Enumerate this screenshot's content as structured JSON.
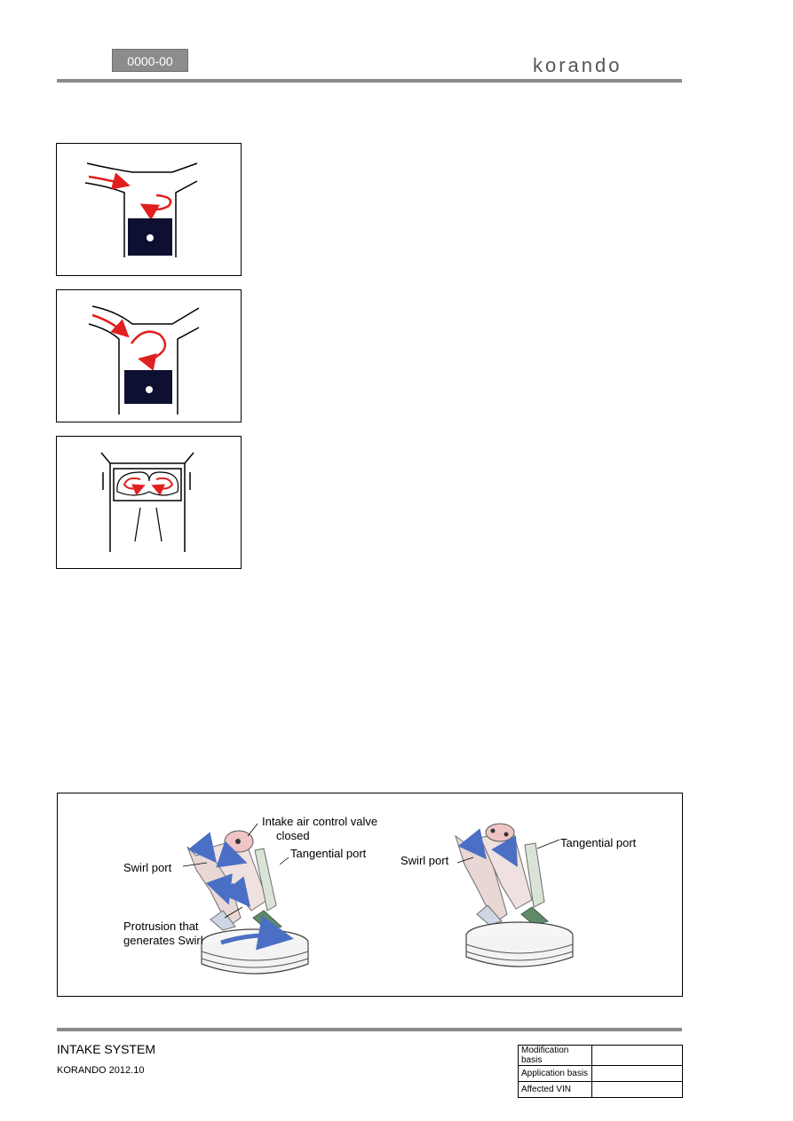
{
  "header": {
    "code": "0000-00",
    "brand": "korando",
    "colors": {
      "badge": "#8c8c8c",
      "rule": "#8a8a8a",
      "logo": "#555555"
    }
  },
  "figures": {
    "fig1": {
      "icons": [
        "cylinder-flow-icon",
        "red-arrow-icon",
        "piston-icon"
      ],
      "arrow_color": "#e02020",
      "piston_color": "#0d1030"
    },
    "fig2": {
      "icons": [
        "cylinder-flow-icon",
        "red-arrow-icon",
        "piston-icon"
      ],
      "arrow_color": "#e02020",
      "piston_color": "#0d1030"
    },
    "fig3": {
      "icons": [
        "combustion-chamber-icon",
        "red-arrow-icon"
      ],
      "arrow_color": "#e02020"
    },
    "fig4": {
      "left": {
        "valve_label_line1": "Intake air control valve",
        "valve_label_line2": "closed",
        "tangential": "Tangential port",
        "swirl": "Swirl port",
        "protrusion_line1": "Protrusion that",
        "protrusion_line2": "generates Swirl"
      },
      "right": {
        "tangential": "Tangential port",
        "swirl": "Swirl port"
      },
      "colors": {
        "flow_arrow": "#4a6fc4",
        "port": "#e8d7d4",
        "valve": "#5f8a6a"
      }
    }
  },
  "footer": {
    "title": "INTAKE SYSTEM",
    "model": "KORANDO 2012.10",
    "table": [
      {
        "label": "Modification basis",
        "value": ""
      },
      {
        "label": "Application basis",
        "value": ""
      },
      {
        "label": "Affected VIN",
        "value": ""
      }
    ]
  }
}
